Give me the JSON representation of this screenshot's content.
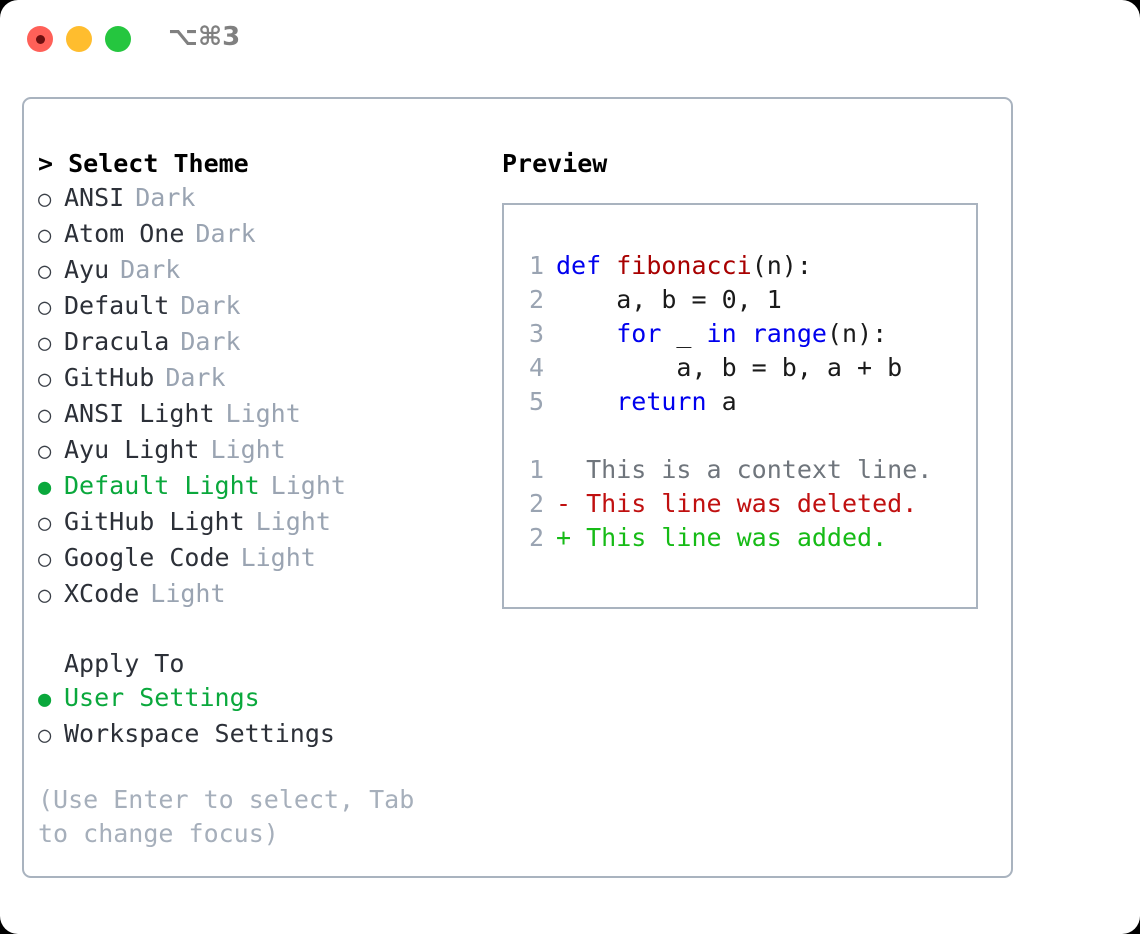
{
  "window": {
    "shortcut_label": "⌥⌘3",
    "traffic_lights": [
      {
        "name": "close",
        "color": "#ff6058"
      },
      {
        "name": "minimize",
        "color": "#ffbd2e"
      },
      {
        "name": "zoom",
        "color": "#25c63f"
      }
    ]
  },
  "theme_list": {
    "header": "> Select Theme",
    "items": [
      {
        "bullet": "○",
        "label": "ANSI",
        "category": "Dark",
        "selected": false
      },
      {
        "bullet": "○",
        "label": "Atom One",
        "category": "Dark",
        "selected": false
      },
      {
        "bullet": "○",
        "label": "Ayu",
        "category": "Dark",
        "selected": false
      },
      {
        "bullet": "○",
        "label": "Default",
        "category": "Dark",
        "selected": false
      },
      {
        "bullet": "○",
        "label": "Dracula",
        "category": "Dark",
        "selected": false
      },
      {
        "bullet": "○",
        "label": "GitHub",
        "category": "Dark",
        "selected": false
      },
      {
        "bullet": "○",
        "label": "ANSI Light",
        "category": "Light",
        "selected": false
      },
      {
        "bullet": "○",
        "label": "Ayu Light",
        "category": "Light",
        "selected": false
      },
      {
        "bullet": "●",
        "label": "Default Light",
        "category": "Light",
        "selected": true
      },
      {
        "bullet": "○",
        "label": "GitHub Light",
        "category": "Light",
        "selected": false
      },
      {
        "bullet": "○",
        "label": "Google Code",
        "category": "Light",
        "selected": false
      },
      {
        "bullet": "○",
        "label": "XCode",
        "category": "Light",
        "selected": false
      }
    ]
  },
  "apply_to": {
    "header": "Apply To",
    "items": [
      {
        "bullet": "●",
        "label": "User Settings",
        "selected": true
      },
      {
        "bullet": "○",
        "label": "Workspace Settings",
        "selected": false
      }
    ]
  },
  "hint": "(Use Enter to select, Tab to change focus)",
  "preview": {
    "header": "Preview",
    "code_lines": [
      {
        "no": "1",
        "tokens": [
          {
            "t": "def ",
            "c": "kw"
          },
          {
            "t": "fibonacci",
            "c": "fn"
          },
          {
            "t": "(n):",
            "c": "pl"
          }
        ]
      },
      {
        "no": "2",
        "tokens": [
          {
            "t": "    a, b = 0, 1",
            "c": "pl"
          }
        ]
      },
      {
        "no": "3",
        "tokens": [
          {
            "t": "    ",
            "c": "pl"
          },
          {
            "t": "for",
            "c": "kw"
          },
          {
            "t": " _ ",
            "c": "pl"
          },
          {
            "t": "in",
            "c": "kw"
          },
          {
            "t": " ",
            "c": "pl"
          },
          {
            "t": "range",
            "c": "kw"
          },
          {
            "t": "(n):",
            "c": "pl"
          }
        ]
      },
      {
        "no": "4",
        "tokens": [
          {
            "t": "        a, b = b, a + b",
            "c": "pl"
          }
        ]
      },
      {
        "no": "5",
        "tokens": [
          {
            "t": "    ",
            "c": "pl"
          },
          {
            "t": "return",
            "c": "kw"
          },
          {
            "t": " a",
            "c": "pl"
          }
        ]
      }
    ],
    "diff_lines": [
      {
        "no": "1",
        "marker": " ",
        "text": "This is a context line.",
        "kind": "ctx"
      },
      {
        "no": "2",
        "marker": "-",
        "text": "This line was deleted.",
        "kind": "del"
      },
      {
        "no": "2",
        "marker": "+",
        "text": "This line was added.",
        "kind": "add"
      }
    ]
  },
  "colors": {
    "accent_green": "#0aa83c",
    "border": "#a9b3bf",
    "muted": "#9aa4b2",
    "keyword_blue": "#0000ee",
    "function_red": "#a80000",
    "diff_deleted": "#c01010",
    "diff_added": "#16bb16",
    "diff_context": "#6f757c"
  }
}
